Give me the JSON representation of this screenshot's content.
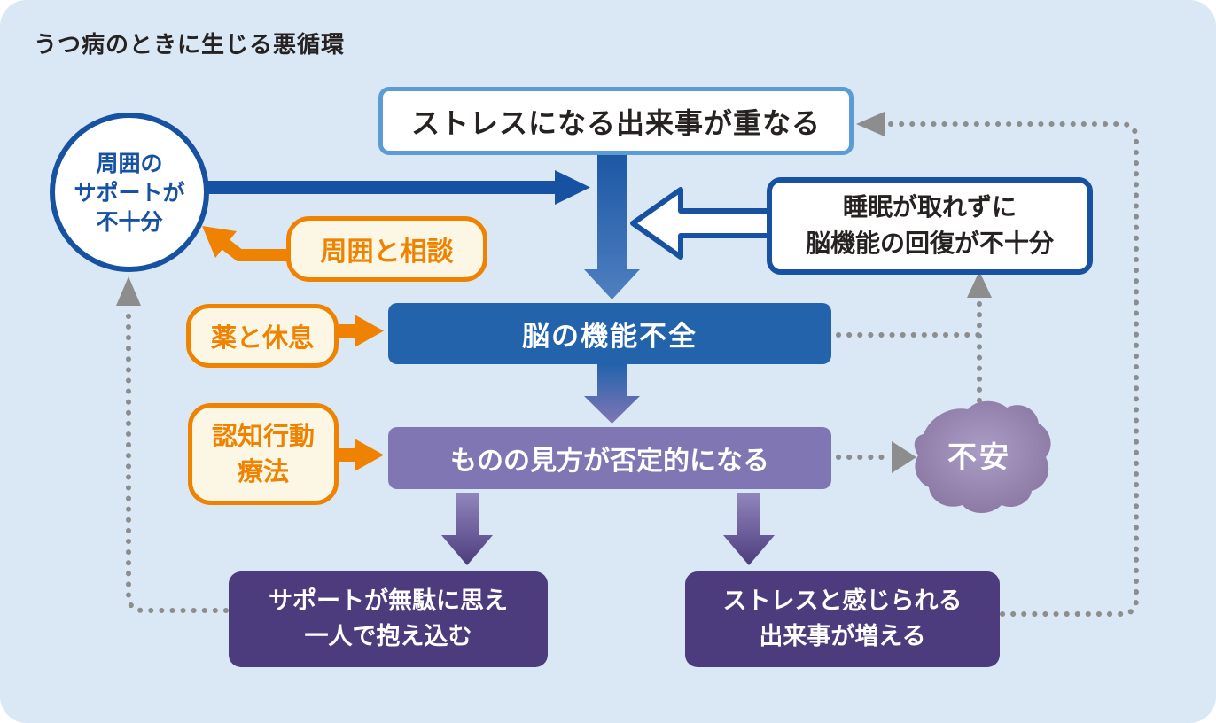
{
  "title": "うつ病のときに生じる悪循環",
  "colors": {
    "bg": "#d9e8f4",
    "dark-blue": "#1752a2",
    "mid-blue": "#2263ac",
    "light-blue-border": "#5c9cd6",
    "orange": "#ef8200",
    "cream": "#fcf7e4",
    "mid-purple": "#8176b4",
    "dark-purple": "#4c3c7d",
    "gray-dot": "#8d8d8d",
    "text-dark": "#272222"
  },
  "nodes": {
    "stress_events": "ストレスになる出来事が重なる",
    "insufficient_support": "周囲の\nサポートが\n不十分",
    "poor_sleep_recovery": "睡眠が取れずに\n脳機能の回復が不十分",
    "brain_dysfunction": "脳の機能不全",
    "negative_thinking": "ものの見方が否定的になる",
    "anxiety": "不安",
    "support_feels_useless": "サポートが無駄に思え\n一人で抱え込む",
    "stressful_events_increase": "ストレスと感じられる\n出来事が増える"
  },
  "interventions": {
    "consult_others": "周囲と相談",
    "medicine_and_rest": "薬と休息",
    "cbt": "認知行動\n療法"
  }
}
